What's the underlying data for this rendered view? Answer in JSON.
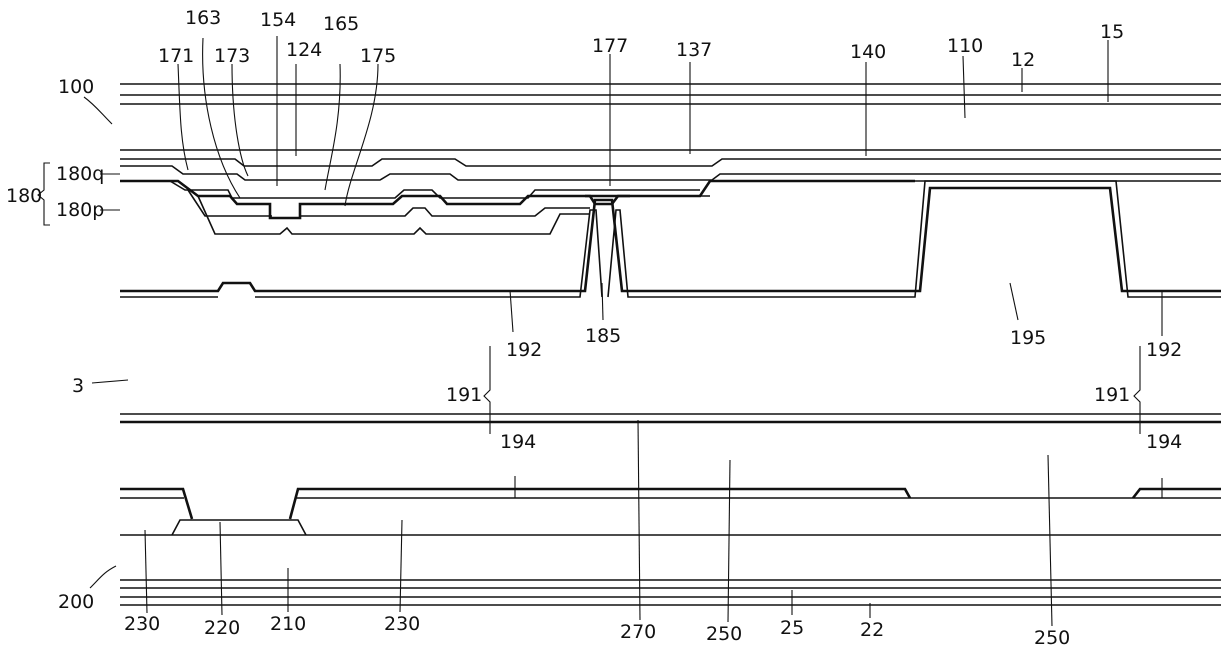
{
  "labels": {
    "l171": "171",
    "l163": "163",
    "l173": "173",
    "l154": "154",
    "l124": "124",
    "l165": "165",
    "l175": "175",
    "l177": "177",
    "l137": "137",
    "l140": "140",
    "l110": "110",
    "l12": "12",
    "l15": "15",
    "l100": "100",
    "l180": "180",
    "l180q": "180q",
    "l180p": "180p",
    "l192a": "192",
    "l185": "185",
    "l195": "195",
    "l192b": "192",
    "l3": "3",
    "l191a": "191",
    "l191b": "191",
    "l194a": "194",
    "l194b": "194",
    "l200": "200",
    "l230a": "230",
    "l220": "220",
    "l210": "210",
    "l230b": "230",
    "l270": "270",
    "l250a": "250",
    "l25": "25",
    "l22": "22",
    "l250b": "250"
  }
}
